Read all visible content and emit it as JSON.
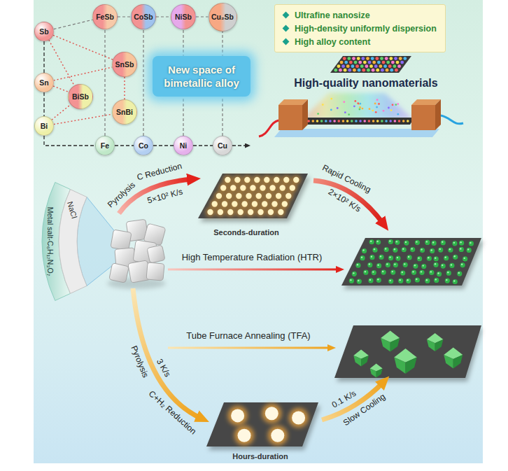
{
  "diagram": {
    "nodes": [
      {
        "text": [
          "Sb"
        ]
      },
      {
        "text": [
          "FeSb"
        ]
      },
      {
        "text": [
          "CoSb"
        ]
      },
      {
        "text": [
          "NiSb"
        ]
      },
      {
        "text": [
          "Cu₂Sb"
        ]
      },
      {
        "text": [
          "SnSb"
        ]
      },
      {
        "text": [
          "Sn"
        ]
      },
      {
        "text": [
          "BiSb"
        ]
      },
      {
        "text": [
          "SnBi"
        ]
      },
      {
        "text": [
          "Bi"
        ]
      },
      {
        "text": [
          "Fe"
        ]
      },
      {
        "text": [
          "Co"
        ]
      },
      {
        "text": [
          "Ni"
        ]
      },
      {
        "text": [
          "Cu"
        ]
      },
      {
        "text": [
          "New space of bimetallic alloy"
        ]
      },
      {
        "text": [
          "Ultrafine nanosize",
          "High-density uniformly dispersion",
          "High alloy content"
        ]
      }
    ],
    "edges": [
      {
        "from": 0,
        "to": 1,
        "arrow": "none"
      },
      {
        "from": 1,
        "to": 2,
        "arrow": "none"
      },
      {
        "from": 2,
        "to": 3,
        "arrow": "none"
      },
      {
        "from": 3,
        "to": 4,
        "arrow": "none"
      },
      {
        "from": 0,
        "to": 6,
        "arrow": "none"
      },
      {
        "from": 6,
        "to": 9,
        "arrow": "none"
      },
      {
        "from": 9,
        "to": 10,
        "arrow": "none"
      },
      {
        "from": 10,
        "to": 11,
        "arrow": "none"
      },
      {
        "from": 11,
        "to": 12,
        "arrow": "none"
      },
      {
        "from": 12,
        "to": 13,
        "arrow": "none"
      },
      {
        "from": 10,
        "to": 1,
        "arrow": "none"
      },
      {
        "from": 11,
        "to": 2,
        "arrow": "none"
      },
      {
        "from": 12,
        "to": 3,
        "arrow": "none"
      },
      {
        "from": 13,
        "to": 4,
        "arrow": "none"
      },
      {
        "from": 0,
        "to": 5,
        "arrow": "none"
      },
      {
        "from": 0,
        "to": 7,
        "arrow": "none"
      },
      {
        "from": 6,
        "to": 5,
        "arrow": "none"
      },
      {
        "from": 6,
        "to": 7,
        "arrow": "none"
      },
      {
        "from": 9,
        "to": 7,
        "arrow": "none"
      },
      {
        "from": 9,
        "to": 8,
        "arrow": "none"
      },
      {
        "from": 5,
        "to": 8,
        "arrow": "none"
      }
    ],
    "labels": [
      "High-quality nanomaterials",
      "Pyrolysis",
      "C Reduction",
      "5×10² K/s",
      "Seconds-duration",
      "Rapid Cooling",
      "2×10² K/s",
      "High Temperature Radiation (HTR)",
      "Metal salt-C₆H₁₇N₃O₇",
      "NaCl",
      "Tube Furnace Annealing (TFA)",
      "Pyrolysis",
      "3 K/s",
      "C+H₂ Reduction",
      "Hours-duration",
      "0.1 K/s",
      "Slow Cooling"
    ]
  }
}
